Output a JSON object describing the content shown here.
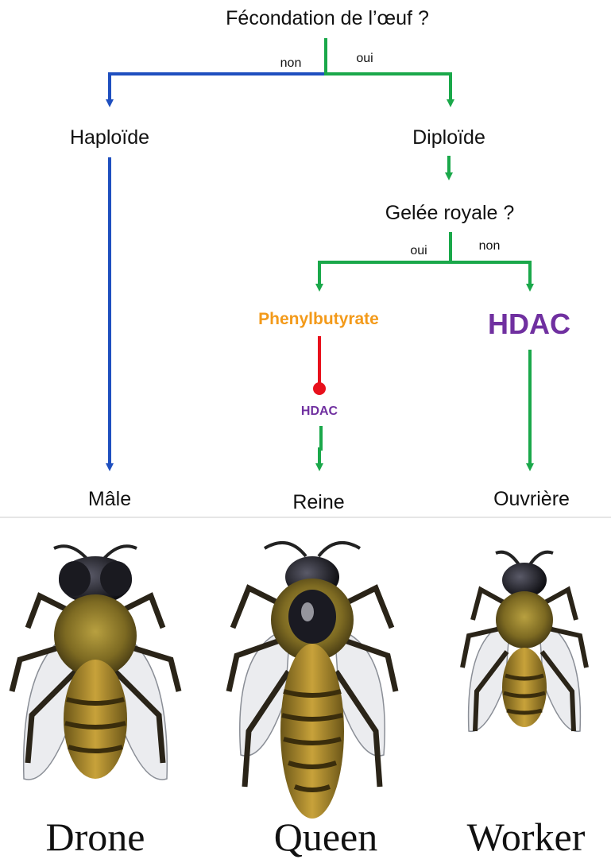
{
  "diagram": {
    "question_fertilization": "Fécondation de l’œuf ?",
    "branch_no_1": "non",
    "branch_yes_1": "oui",
    "haploid": "Haploïde",
    "diploid": "Diploïde",
    "question_royal_jelly": "Gelée royale ?",
    "branch_yes_2": "oui",
    "branch_no_2": "non",
    "phenylbutyrate": "Phenylbutyrate",
    "hdac_small": "HDAC",
    "hdac_large": "HDAC",
    "outcome_male": "Mâle",
    "outcome_queen": "Reine",
    "outcome_worker": "Ouvrière"
  },
  "photo_captions": {
    "drone": "Drone",
    "queen": "Queen",
    "worker": "Worker"
  },
  "colors": {
    "blue_path": "#1f4fbf",
    "green_path": "#1aa84a",
    "inhibition_red": "#e8101c",
    "phenylbutyrate_orange": "#f39a1a",
    "hdac_purple": "#7030a0"
  }
}
